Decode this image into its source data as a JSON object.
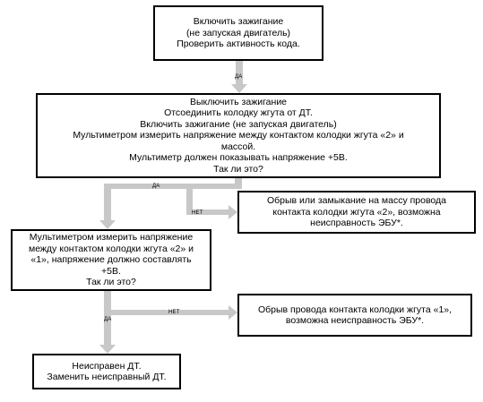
{
  "boxes": {
    "b1": [
      "Включить зажигание",
      "(не запуская двигатель)",
      "Проверить активность кода."
    ],
    "b2": [
      "Выключить зажигание",
      "Отсоединить колодку жгута от ДТ.",
      "Включить зажигание (не запуская двигатель)",
      "Мультиметром измерить напряжение между контактом колодки  жгута «2» и",
      "массой.",
      "Мультиметр должен показывать напряжение +5В.",
      "Так ли это?"
    ],
    "b3": [
      "Обрыв или замыкание на массу провода",
      "контакта колодки жгута  «2», возможна",
      "неисправность ЭБУ*."
    ],
    "b4": [
      "Мультиметром измерить напряжение",
      "между контактом колодки жгута «2» и",
      "«1», напряжение должно составлять",
      "+5В.",
      "Так ли это?"
    ],
    "b5": [
      "Обрыв провода контакта колодки жгута  «1»,",
      "возможна неисправность ЭБУ*."
    ],
    "b6": [
      "Неисправен ДТ.",
      "Заменить неисправный ДТ."
    ]
  },
  "labels": {
    "yes1": "ДА",
    "yes2": "ДА",
    "no1": "НЕТ",
    "yes3": "ДА",
    "no2": "НЕТ"
  },
  "colors": {
    "arrow": "#c8c8c8",
    "border": "#000000"
  }
}
